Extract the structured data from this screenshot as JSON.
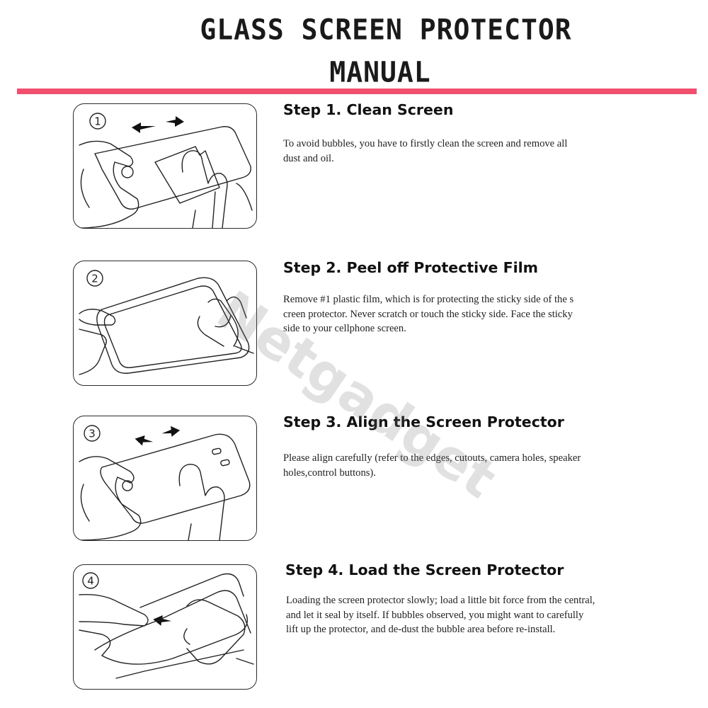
{
  "header": {
    "title_line1": "GLASS SCREEN PROTECTOR",
    "title_line2": "MANUAL",
    "accent_color": "#f0506e"
  },
  "watermark": "Netgadget",
  "steps": [
    {
      "number": "1",
      "title": "Step 1. Clean Screen",
      "lines": [
        "To avoid bubbles, you have to firstly clean the screen and remove all",
        "dust and oil."
      ]
    },
    {
      "number": "2",
      "title": "Step 2. Peel off Protective Film",
      "lines": [
        "Remove #1 plastic film, which is for protecting the sticky side of the s",
        "creen protector. Never scratch or touch the sticky side. Face the sticky",
        "side to your cellphone screen."
      ]
    },
    {
      "number": "3",
      "title": "Step 3. Align the Screen Protector",
      "lines": [
        "Please align carefully (refer to the edges, cutouts, camera holes, speaker",
        "holes,control buttons)."
      ]
    },
    {
      "number": "4",
      "title": "Step 4. Load the Screen Protector",
      "lines": [
        "Loading the screen protector slowly; load a little bit force from the central,",
        "and let it seal by itself. If bubbles observed, you might want to carefully",
        "lift up the protector, and de-dust the bubble area before re-install."
      ]
    }
  ]
}
